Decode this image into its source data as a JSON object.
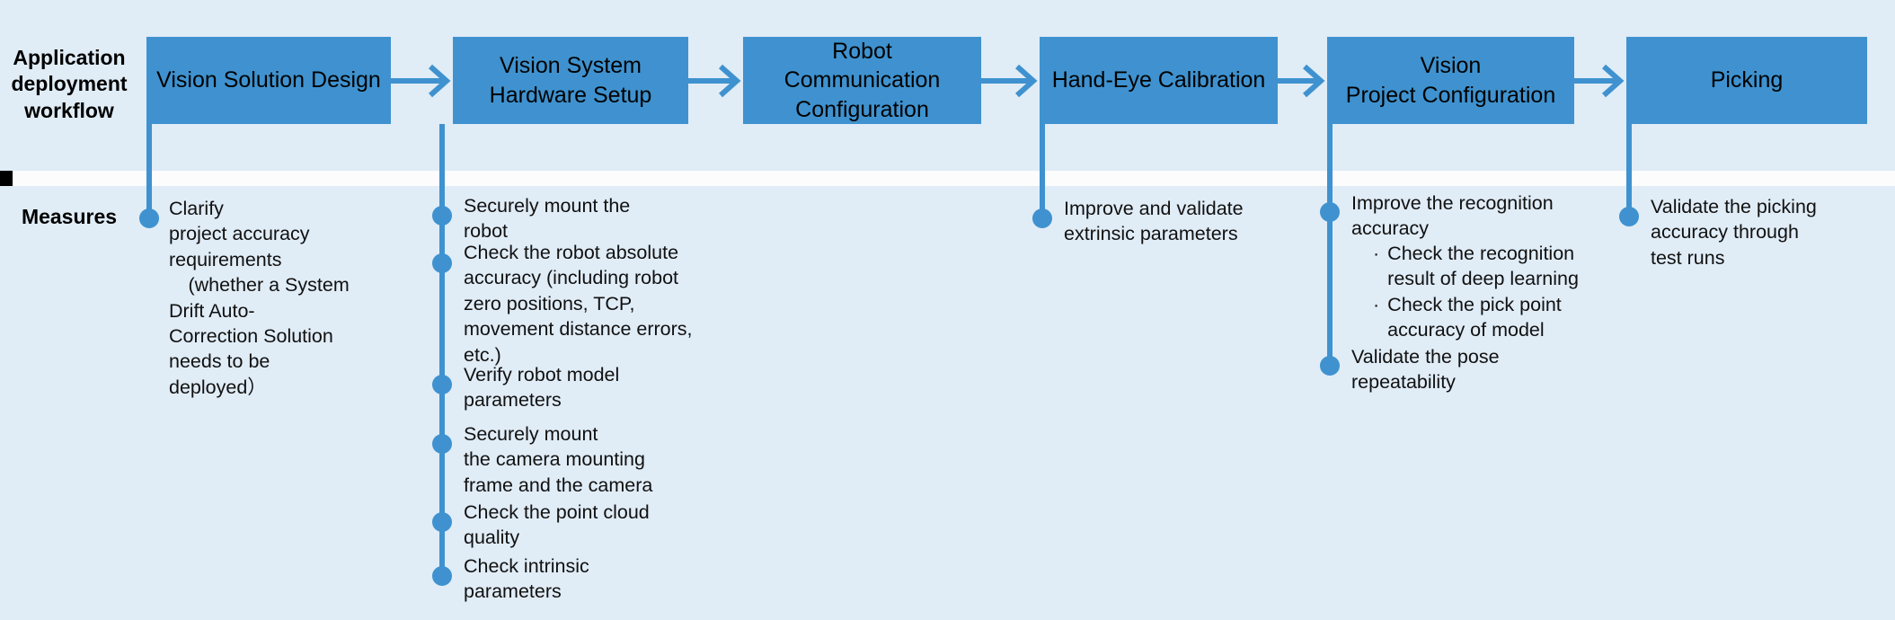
{
  "rows": {
    "workflow_label": "Application\ndeployment\nworkflow",
    "measures_label": "Measures"
  },
  "colors": {
    "background": "#e0ecf6",
    "accent": "#3f92cf",
    "separator": "#fcfcfd",
    "marker": "#000000",
    "text": "#111111"
  },
  "stages": [
    {
      "id": "vision-solution-design",
      "label": "Vision Solution Design"
    },
    {
      "id": "vision-system-hardware-setup",
      "label": "Vision System\nHardware Setup"
    },
    {
      "id": "robot-communication-configuration",
      "label": "Robot\nCommunication\nConfiguration"
    },
    {
      "id": "hand-eye-calibration",
      "label": "Hand-Eye Calibration"
    },
    {
      "id": "vision-project-configuration",
      "label": "Vision\nProject Configuration"
    },
    {
      "id": "picking",
      "label": "Picking"
    }
  ],
  "measures": {
    "vision_solution_design": [
      {
        "text": "Clarify\nproject accuracy\nrequirements\n　(whether a System\nDrift Auto-\nCorrection Solution\nneeds to be\ndeployed）"
      }
    ],
    "vision_system_hardware_setup": [
      {
        "text": "Securely mount the\nrobot"
      },
      {
        "text": "Check the robot absolute\naccuracy (including robot\nzero positions, TCP,\nmovement distance errors,\netc.)"
      },
      {
        "text": "Verify robot model\nparameters"
      },
      {
        "text": "Securely mount\nthe camera mounting\nframe and the camera"
      },
      {
        "text": "Check the point cloud\nquality"
      },
      {
        "text": "Check intrinsic\nparameters"
      }
    ],
    "robot_communication_configuration": [],
    "hand_eye_calibration": [
      {
        "text": "Improve and validate\nextrinsic parameters"
      }
    ],
    "vision_project_configuration": [
      {
        "text": "Improve the recognition\naccuracy",
        "subitems": [
          {
            "bullet": "·",
            "text": "Check the recognition\nresult of deep learning"
          },
          {
            "bullet": "·",
            "text": "Check the pick point\naccuracy of model"
          }
        ]
      },
      {
        "text": "Validate the pose\nrepeatability"
      }
    ],
    "picking": [
      {
        "text": "Validate the picking\naccuracy through\ntest runs"
      }
    ]
  }
}
